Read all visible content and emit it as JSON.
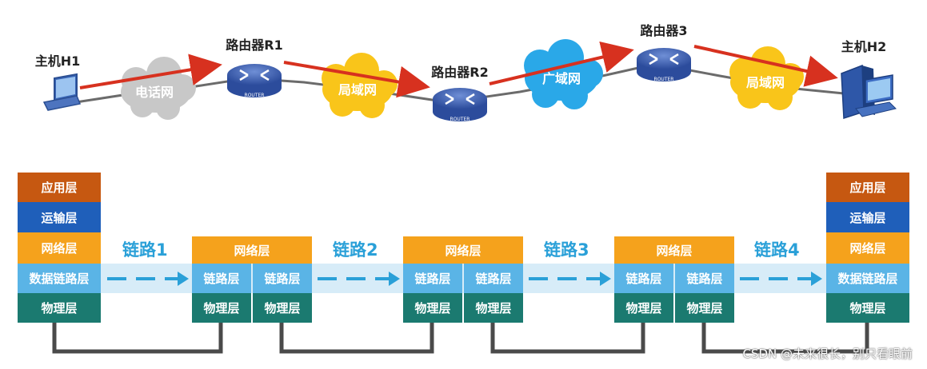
{
  "top": {
    "host_h1": "主机H1",
    "host_h2": "主机H2",
    "router_r1": "路由器R1",
    "router_r2": "路由器R2",
    "router_3": "路由器3",
    "router_badge": "ROUTER",
    "cloud_phone": "电话网",
    "cloud_lan1": "局域网",
    "cloud_wan": "广域网",
    "cloud_lan2": "局域网"
  },
  "stacks": {
    "host_left": [
      "应用层",
      "运输层",
      "网络层",
      "数据链路层",
      "物理层"
    ],
    "host_right": [
      "应用层",
      "运输层",
      "网络层",
      "数据链路层",
      "物理层"
    ],
    "router_network": "网络层",
    "router_link": "链路层",
    "router_physical": "物理层"
  },
  "links": [
    "链路1",
    "链路2",
    "链路3",
    "链路4"
  ],
  "watermark": "CSDN @未来很长，别只看眼前",
  "colors": {
    "application": "#c65811",
    "transport": "#1f5fba",
    "network": "#f5a21c",
    "datalink": "#5ab4e6",
    "physical": "#1b7a70",
    "arrow": "#d7311f",
    "link_text": "#2aa0d8"
  }
}
